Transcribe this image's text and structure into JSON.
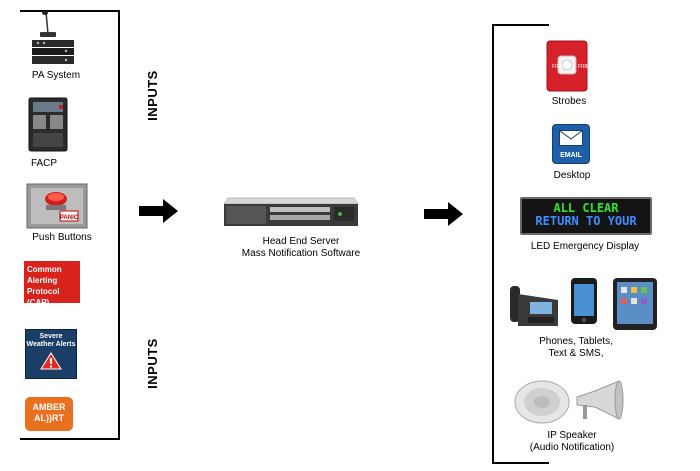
{
  "inputs": {
    "heading_top": "INPUTS",
    "heading_bottom": "INPUTS",
    "items": [
      {
        "label": "PA System"
      },
      {
        "label": "FACP"
      },
      {
        "label": "Push Buttons"
      },
      {
        "label": "",
        "badge": "Common Alerting Protocol (CAP)"
      },
      {
        "label": "",
        "badge": "Severe Weather Alerts"
      },
      {
        "label": "",
        "badge": "AMBER AL))RT"
      }
    ]
  },
  "center": {
    "line1": "Head End Server",
    "line2": "Mass Notification Software"
  },
  "outputs": {
    "items": [
      {
        "label": "Strobes"
      },
      {
        "label": "Desktop",
        "icon_text": "EMAIL"
      },
      {
        "label": "LED Emergency Display",
        "display_line1": "ALL CLEAR",
        "display_line2": "RETURN TO YOUR"
      },
      {
        "label_line1": "Phones, Tablets,",
        "label_line2": "Text & SMS,"
      },
      {
        "label_line1": "IP Speaker",
        "label_line2": "(Audio Notification)"
      }
    ]
  },
  "colors": {
    "cap_red": "#d9221c",
    "weather_navy": "#1b3e66",
    "amber_orange": "#e8701e",
    "led_green": "#2fe52a",
    "led_blue": "#3f8cff",
    "strobe_red": "#d6202a",
    "email_blue": "#1e5fa8"
  }
}
